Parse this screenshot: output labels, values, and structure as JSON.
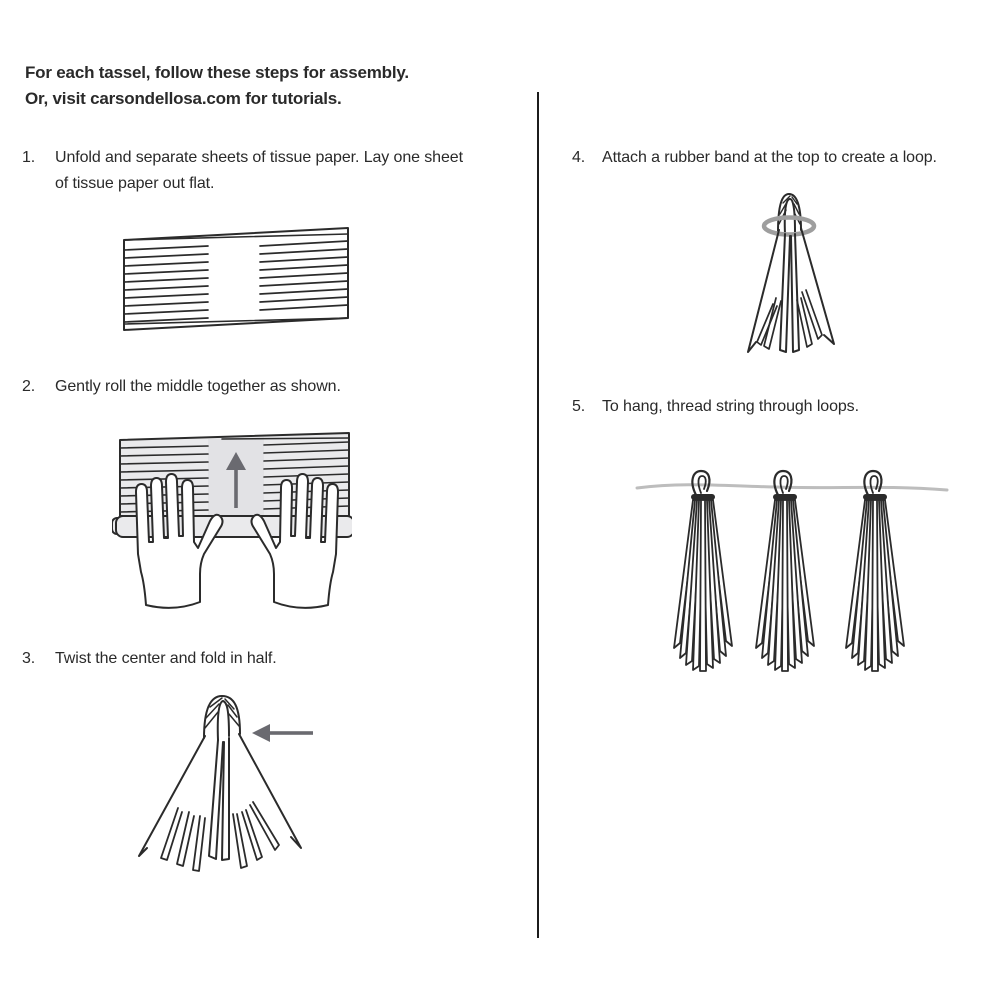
{
  "document": {
    "header": {
      "line1": "For each tassel, follow these steps for assembly.",
      "line2": "Or, visit carsondellosa.com for tutorials.",
      "website": "carsondellosa.com"
    },
    "steps": [
      {
        "number": "1.",
        "text": "Unfold and separate sheets of tissue paper. Lay one sheet of tissue paper out flat.",
        "illustration": "flat-tissue-sheet"
      },
      {
        "number": "2.",
        "text": "Gently roll the middle together as shown.",
        "illustration": "hands-rolling-tissue-middle"
      },
      {
        "number": "3.",
        "text": "Twist the center and fold in half.",
        "illustration": "folded-tassel-with-pointer-arrow"
      },
      {
        "number": "4.",
        "text": "Attach a rubber band at the top to create a loop.",
        "illustration": "tassel-with-rubber-band"
      },
      {
        "number": "5.",
        "text": "To hang, thread string through loops.",
        "illustration": "three-tassels-on-string"
      }
    ],
    "colors": {
      "text": "#2a2a2a",
      "line_art": "#2b2b2b",
      "paper_fill": "#eaeaec",
      "panel_fill": "#e2e2e5",
      "arrow_gray": "#6a6a70",
      "rubber_band_gray": "#9e9e9e",
      "string_gray": "#bdbdbd",
      "divider": "#1c1c1c"
    }
  }
}
